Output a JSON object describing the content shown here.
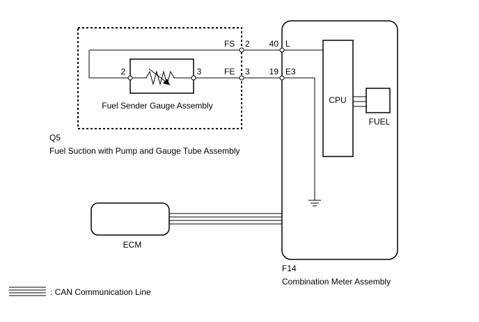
{
  "q5_assembly": {
    "code": "Q5",
    "name": "Fuel Suction with Pump and Gauge Tube Assembly",
    "sender": {
      "name": "Fuel Sender Gauge Assembly",
      "pin_left": "2",
      "pin_right": "3"
    },
    "connector_fs": {
      "label": "FS",
      "pin": "2"
    },
    "connector_fe": {
      "label": "FE",
      "pin": "3"
    }
  },
  "meter": {
    "code": "F14",
    "name": "Combination Meter Assembly",
    "pin_l": {
      "number": "40",
      "label": "L"
    },
    "pin_e3": {
      "number": "19",
      "label": "E3"
    },
    "cpu_label": "CPU",
    "fuel_label": "FUEL"
  },
  "ecm": {
    "label": "ECM"
  },
  "legend": {
    "can_line": ": CAN Communication Line"
  },
  "colors": {
    "line": "#000000",
    "background": "#ffffff"
  },
  "icons": [
    "variable-resistor-icon",
    "ground-icon",
    "can-bus-icon"
  ]
}
